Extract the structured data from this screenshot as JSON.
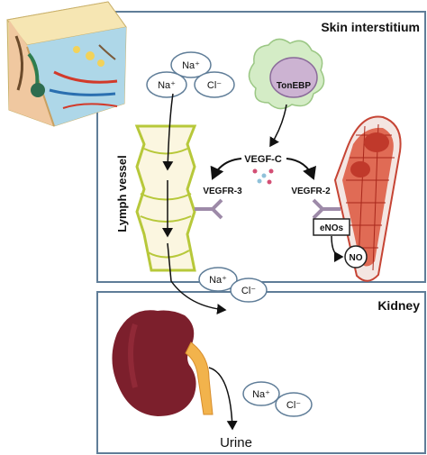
{
  "panels": {
    "skin": {
      "title": "Skin interstitium"
    },
    "kidney": {
      "title": "Kidney"
    }
  },
  "lymph_vessel": {
    "label": "Lymph vessel"
  },
  "ions_top": {
    "na": "Na⁺",
    "na_left": "Na⁺",
    "cl": "Cl⁻"
  },
  "ions_mid": {
    "na": "Na⁺",
    "cl": "Cl⁻"
  },
  "ions_kidney": {
    "na": "Na⁺",
    "cl": "Cl⁻"
  },
  "cell": {
    "label": "TonEBP"
  },
  "signals": {
    "vegfc": "VEGF-C",
    "vegfr3": "VEGFR-3",
    "vegfr2": "VEGFR-2",
    "enos": "eNOs",
    "no": "NO"
  },
  "urine": {
    "label": "Urine"
  }
}
